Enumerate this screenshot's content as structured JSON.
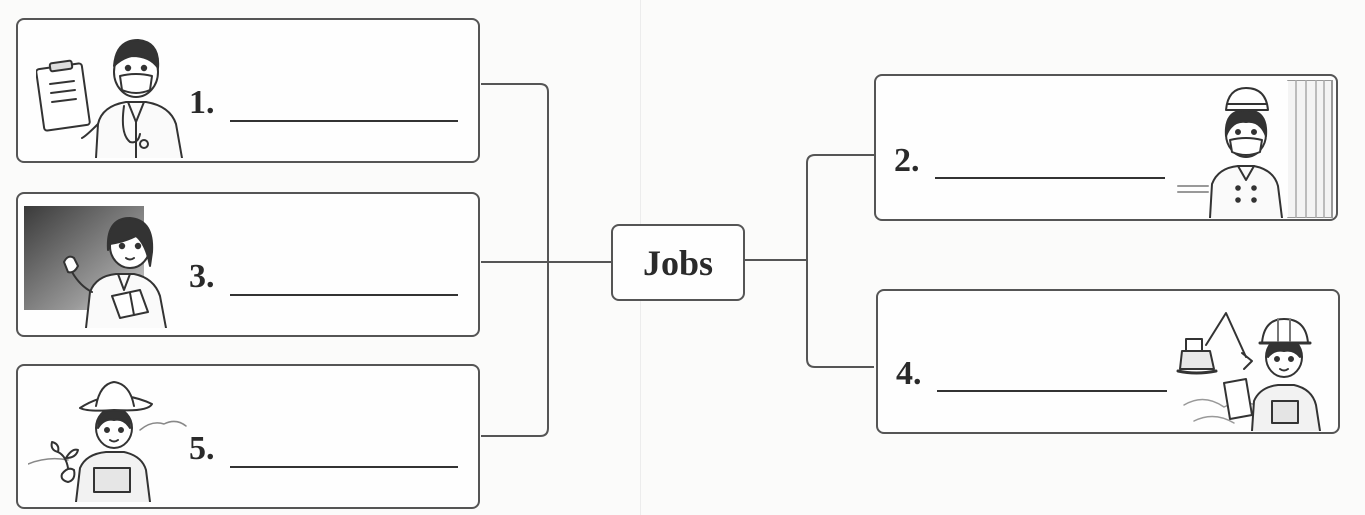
{
  "center": {
    "title": "Jobs"
  },
  "cards": [
    {
      "number": "1.",
      "answer": "",
      "picture": "doctor-icon"
    },
    {
      "number": "2.",
      "answer": "",
      "picture": "nurse-icon"
    },
    {
      "number": "3.",
      "answer": "",
      "picture": "teacher-icon"
    },
    {
      "number": "4.",
      "answer": "",
      "picture": "builder-icon"
    },
    {
      "number": "5.",
      "answer": "",
      "picture": "farmer-icon"
    }
  ],
  "colors": {
    "line": "#555555",
    "text": "#2a2a2a"
  }
}
